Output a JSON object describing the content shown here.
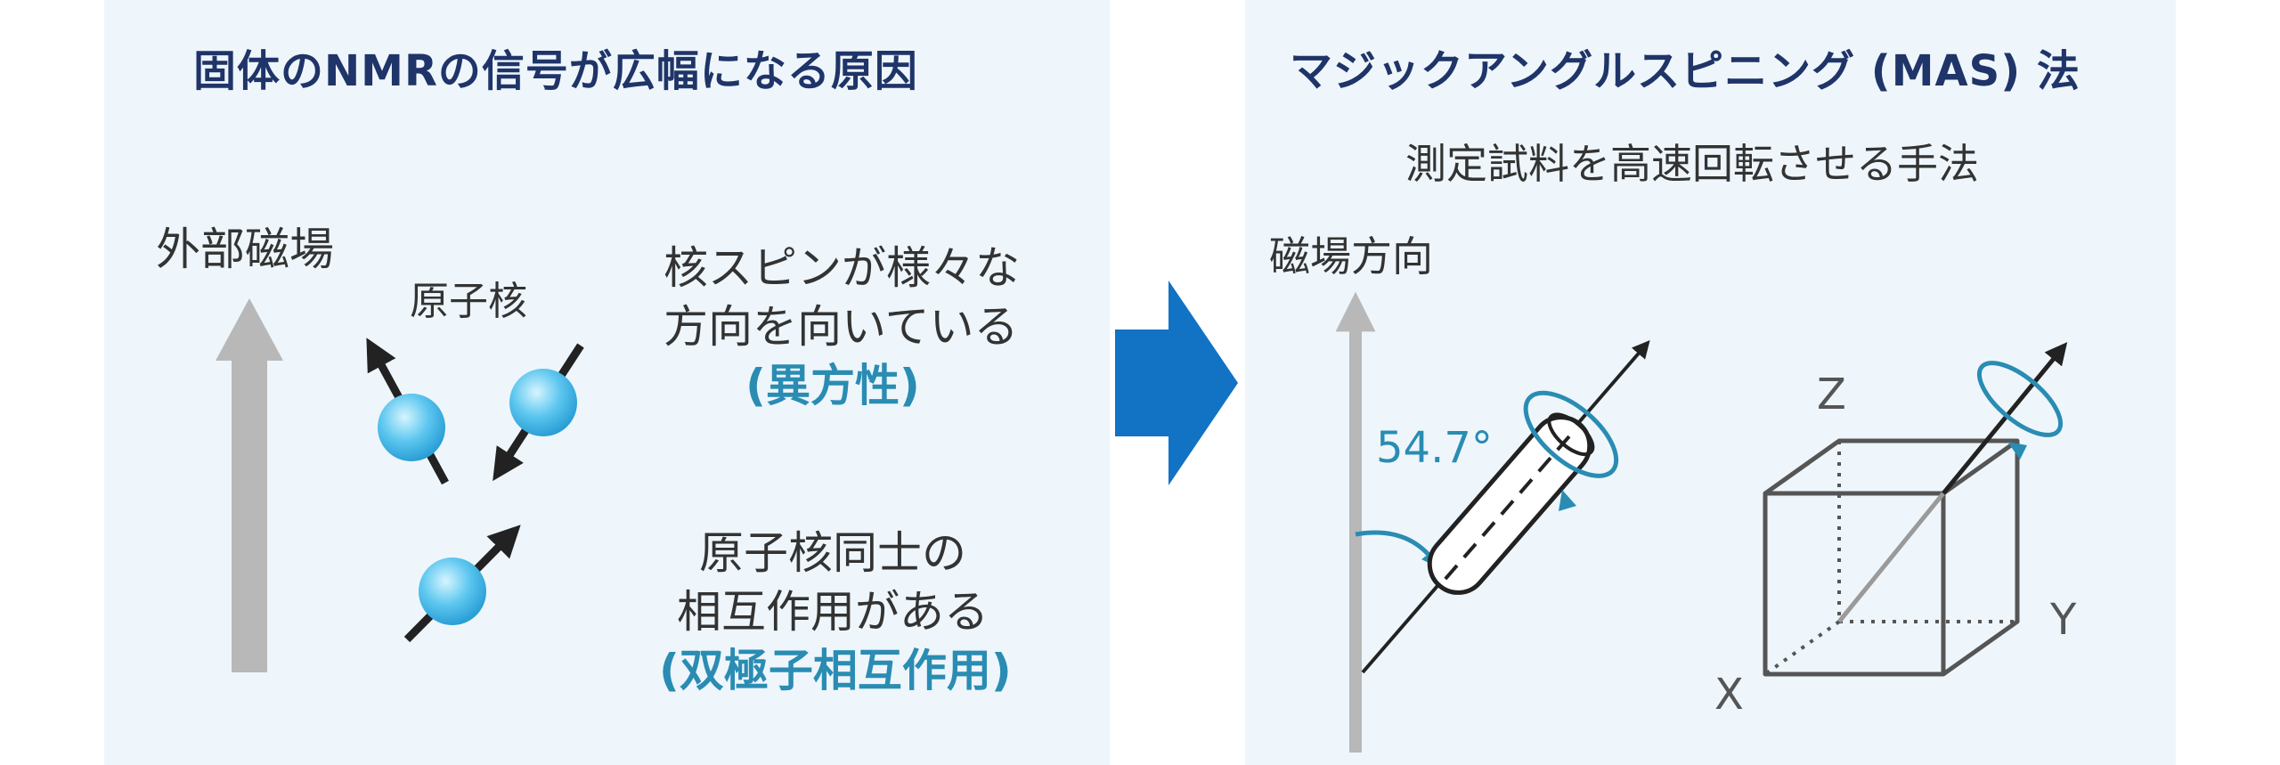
{
  "left_panel": {
    "title": "固体のNMRの信号が広幅になる原因",
    "field_label": "外部磁場",
    "nucleus_label": "原子核",
    "anisotropy": {
      "line1": "核スピンが様々な",
      "line2": "方向を向いている",
      "term": "(異方性)"
    },
    "dipolar": {
      "line1": "原子核同士の",
      "line2": "相互作用がある",
      "term": "(双極子相互作用)"
    }
  },
  "right_panel": {
    "title": "マジックアングルスピニング (MAS) 法",
    "subtitle": "測定試料を高速回転させる手法",
    "field_direction_label": "磁場方向",
    "angle_label": "54.7°",
    "axes": {
      "x": "X",
      "y": "Y",
      "z": "Z"
    }
  },
  "colors": {
    "title": "#1f3468",
    "accent": "#2a8cb3",
    "arrow_blue": "#1272c4",
    "panel_bg": "#eef6fb",
    "field_arrow_gray": "#b8b8b8"
  }
}
